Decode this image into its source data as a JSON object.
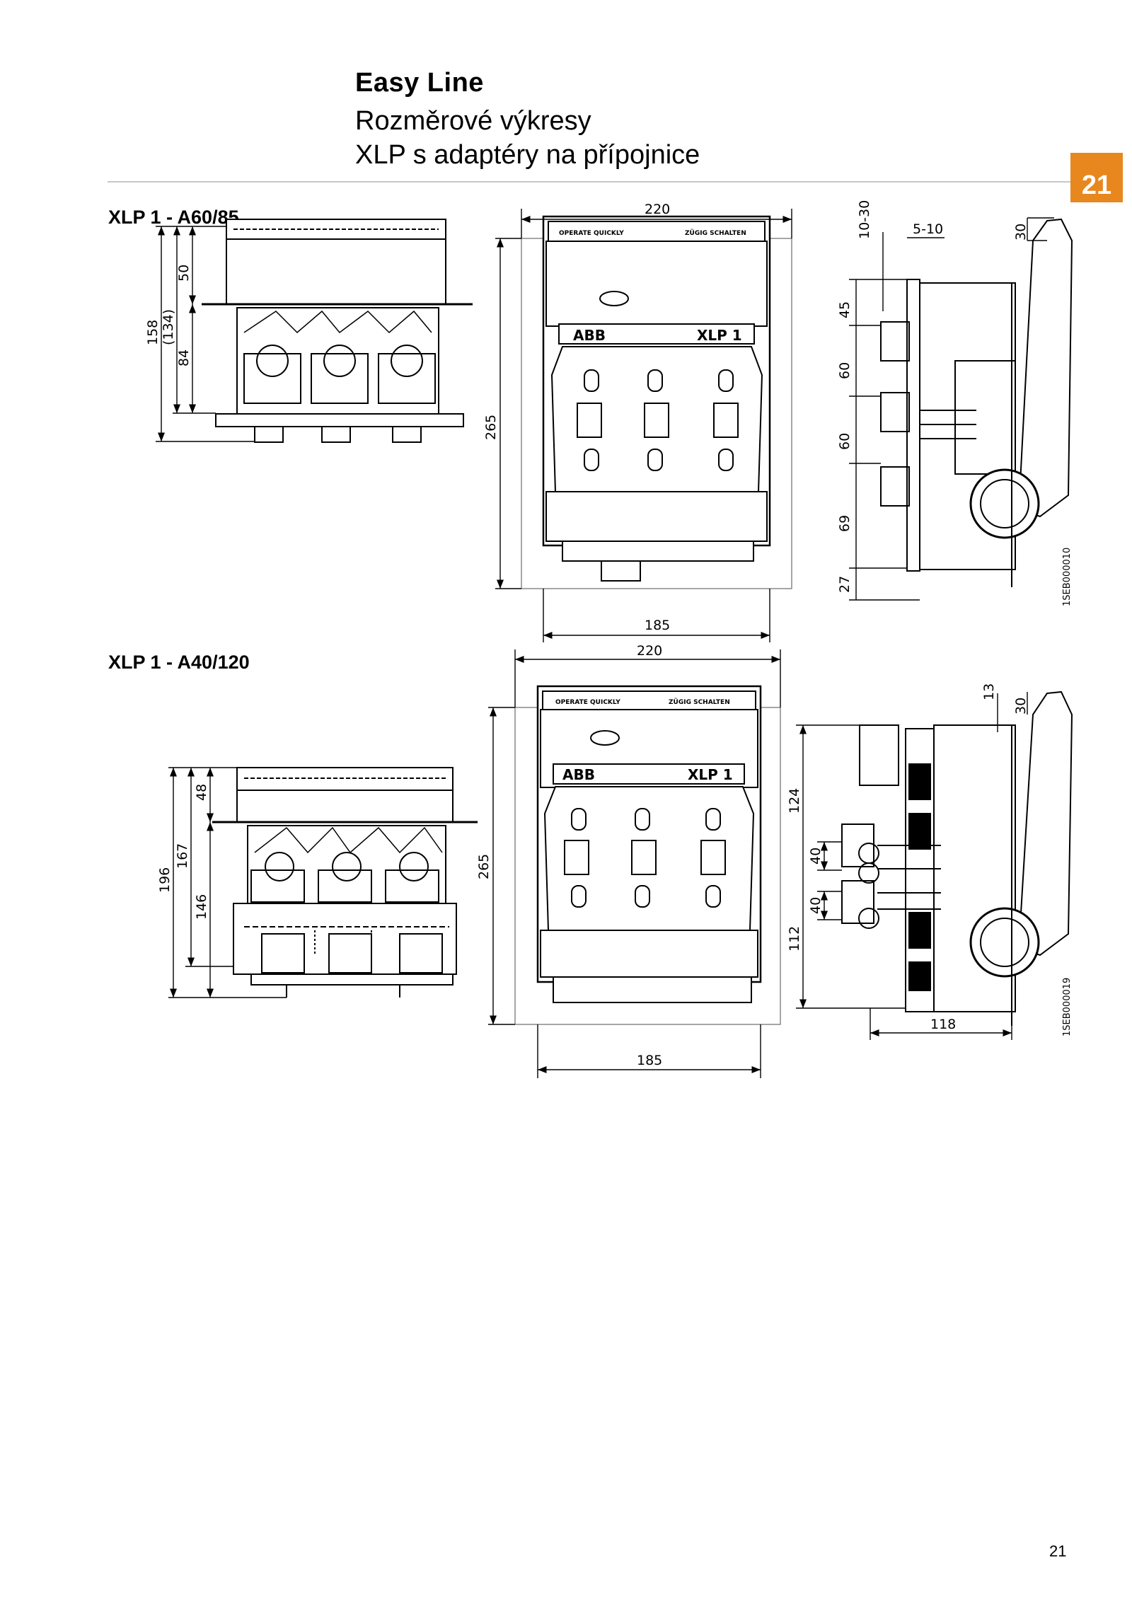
{
  "header": {
    "title": "Easy Line",
    "subtitle_line1": "Rozměrové výkresy",
    "subtitle_line2": "XLP s adaptéry na přípojnice",
    "tab_number": "21",
    "accent_color": "#e8871e"
  },
  "sections": [
    {
      "label": "XLP 1 - A60/85",
      "front_view": {
        "device_text_left": "OPERATE QUICKLY",
        "device_text_right": "ZÜGIG SCHALTEN",
        "brand": "ABB",
        "model": "XLP 1",
        "width_outer": "220",
        "width_inner": "185",
        "height": "265"
      },
      "top_view": {
        "dims": [
          "158",
          "(134)",
          "50",
          "84"
        ]
      },
      "side_view": {
        "dims": [
          "10-30",
          "5-10",
          "30",
          "45",
          "60",
          "60",
          "69",
          "27"
        ],
        "drawing_code": "1SEB000010"
      }
    },
    {
      "label": "XLP 1 - A40/120",
      "front_view": {
        "device_text_left": "OPERATE QUICKLY",
        "device_text_right": "ZÜGIG SCHALTEN",
        "brand": "ABB",
        "model": "XLP 1",
        "width_outer": "220",
        "width_inner": "185",
        "height": "265"
      },
      "top_view": {
        "dims": [
          "196",
          "167",
          "48",
          "146"
        ]
      },
      "side_view": {
        "dims": [
          "13",
          "30",
          "124",
          "40",
          "40",
          "112",
          "118"
        ],
        "drawing_code": "1SEB000019"
      }
    }
  ],
  "footer": {
    "page_number": "21"
  }
}
